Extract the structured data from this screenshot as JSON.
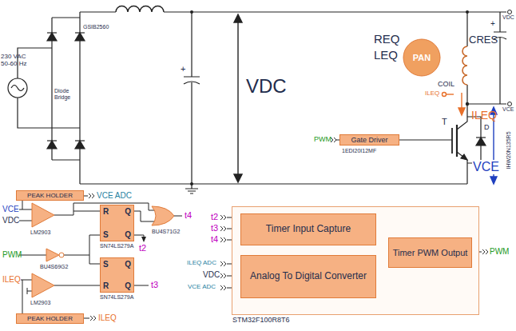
{
  "diagram": {
    "nodes": [
      {
        "text": [
          "PAN"
        ]
      },
      {
        "text": [
          "Gate Driver"
        ]
      },
      {
        "text": [
          "PEAK HOLDER"
        ]
      },
      {
        "text": [
          "R",
          "Q",
          "S",
          "Q"
        ]
      },
      {
        "text": [
          "S",
          "Q",
          "R",
          "Q"
        ]
      },
      {
        "text": [
          "PEAK HOLDER"
        ]
      },
      {
        "text": [
          "STM32F100R8T6"
        ]
      },
      {
        "text": [
          "Timer Input Capture"
        ],
        "in": 6
      },
      {
        "text": [
          "Analog To Digital Converter"
        ],
        "in": 6
      },
      {
        "text": [
          "Timer PWM Output"
        ],
        "in": 6
      }
    ],
    "labels": [
      "230 VAC 50-60 Hz",
      "GSIB2560",
      "Diode Bridge",
      "+",
      "VDC",
      "REQ",
      "LEQ",
      "CRES",
      "+",
      "VDC",
      "COIL",
      "ILEQ",
      "ILEQ",
      "VCE",
      "T",
      "D",
      "VCE",
      "IHW20N135R5",
      "PWM",
      "1EDI20I12MF",
      "VCE ADC",
      "VCE",
      "VDC",
      "LM2903",
      "t2",
      "t4",
      "BU4S71G2",
      "SN74LS279A",
      "PWM",
      "BU4S69G2",
      "t3",
      "ILEQ",
      "LM2903",
      "SN74LS279A",
      "ILEQ",
      "t2",
      "t3",
      "t4",
      "ILEQ ADC",
      "VDC",
      "VCE ADC",
      "PWM"
    ]
  }
}
